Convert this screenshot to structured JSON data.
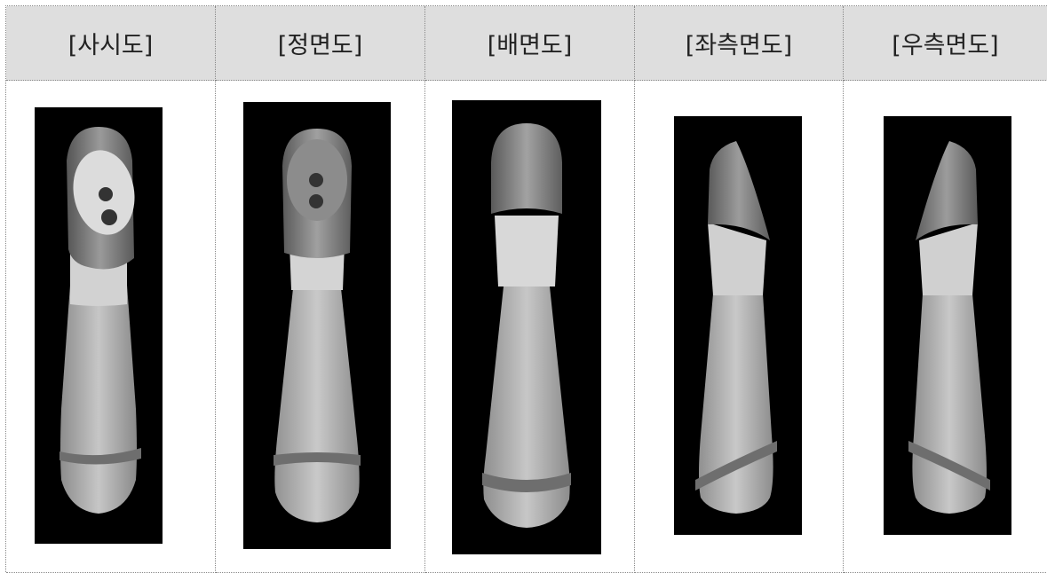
{
  "columns": [
    {
      "label": "[사시도]",
      "view": "perspective"
    },
    {
      "label": "[정면도]",
      "view": "front"
    },
    {
      "label": "[배면도]",
      "view": "back"
    },
    {
      "label": "[좌측면도]",
      "view": "left"
    },
    {
      "label": "[우측면도]",
      "view": "right"
    }
  ]
}
